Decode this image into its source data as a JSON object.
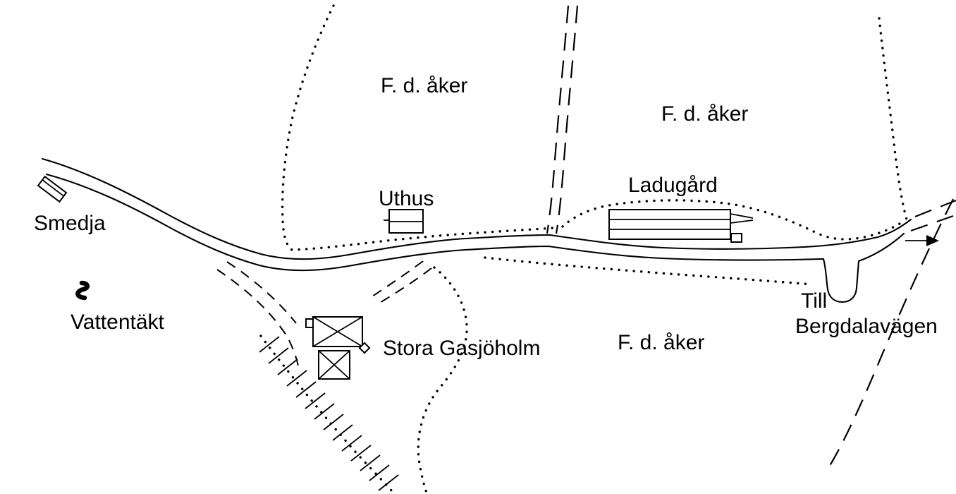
{
  "map": {
    "background": "#ffffff",
    "ink": "#000000",
    "labels": {
      "field_nw": "F. d. åker",
      "field_ne": "F. d. åker",
      "field_s": "F. d. åker",
      "smedja": "Smedja",
      "vattentakt": "Vattentäkt",
      "uthus": "Uthus",
      "ladugard": "Ladugård",
      "stora_gasjoholm": "Stora Gasjöholm",
      "till": "Till",
      "bergdalavagen": "Bergdalavägen"
    },
    "icons": {
      "water_source": "spring-squiggle-symbol",
      "road_arrow": "right-arrow"
    }
  }
}
